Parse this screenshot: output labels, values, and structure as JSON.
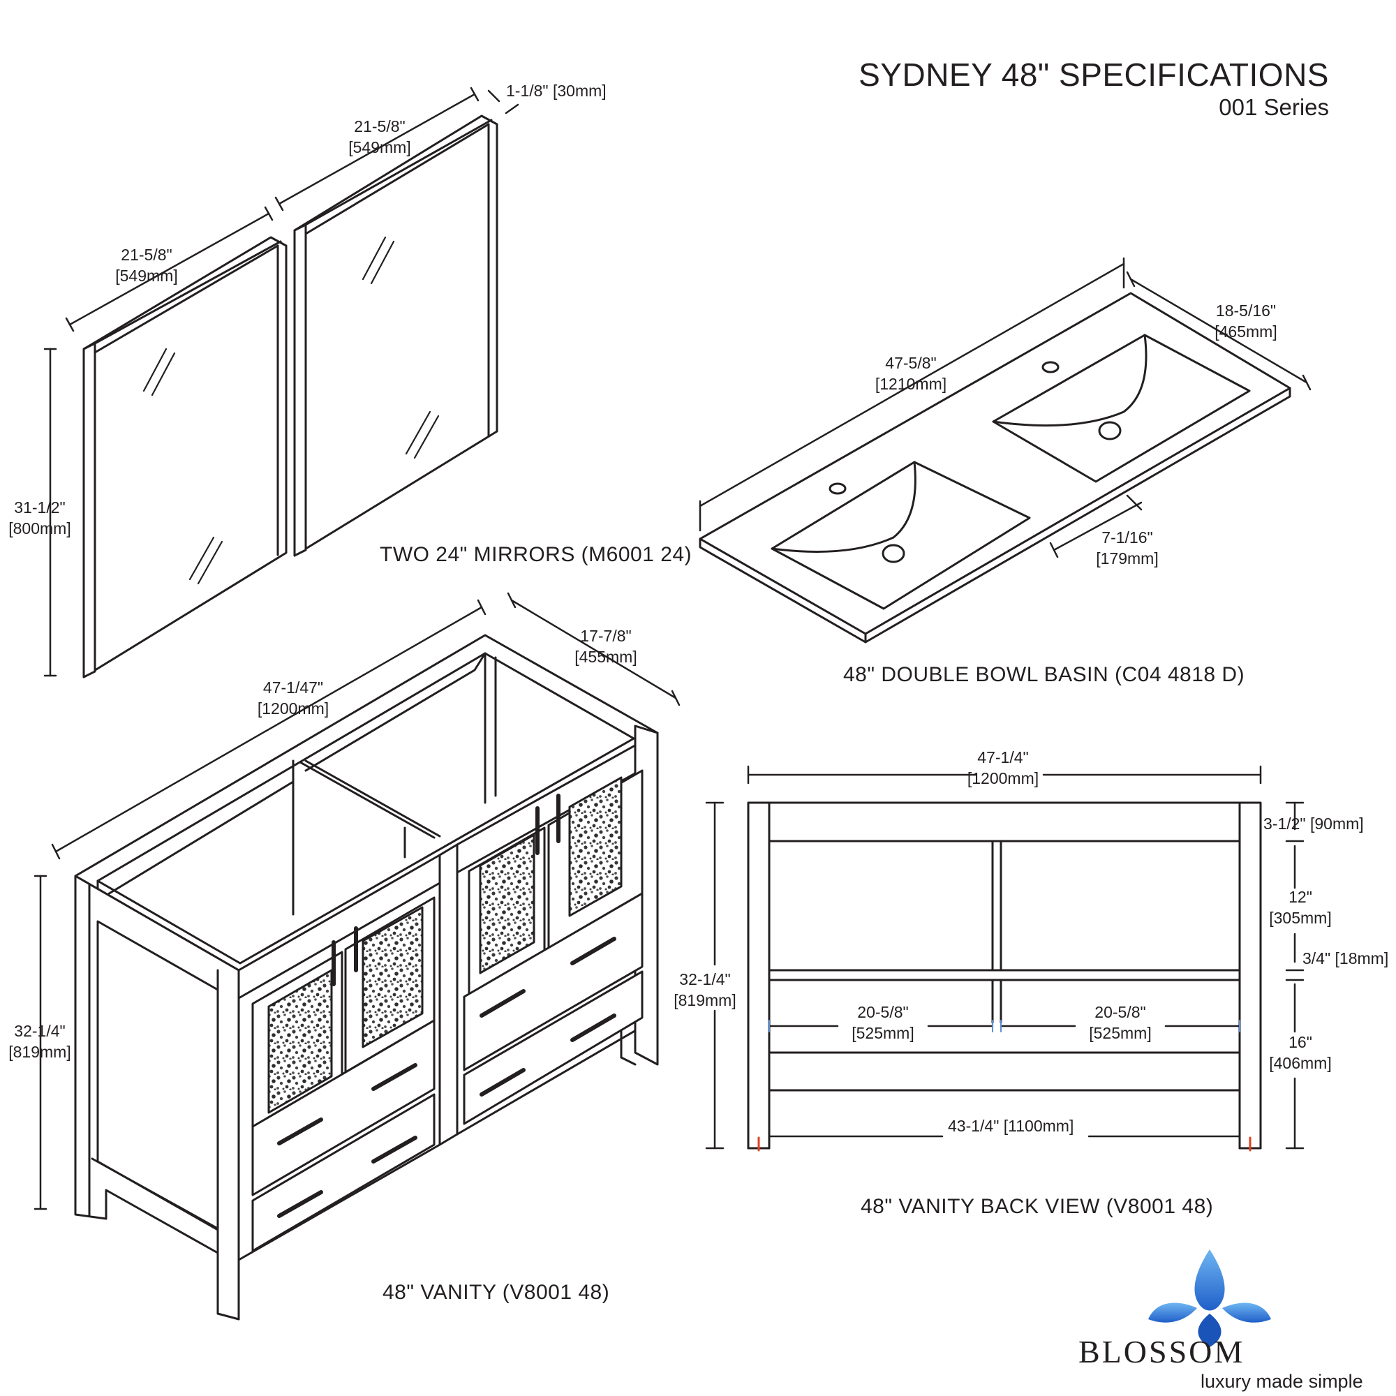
{
  "title": {
    "main": "SYDNEY 48\" SPECIFICATIONS",
    "series": "001 Series"
  },
  "mirrors": {
    "caption": "TWO 24\" MIRRORS (M6001 24)",
    "thickness": "1-1/8\" [30mm]",
    "width_right": [
      "21-5/8\"",
      "[549mm]"
    ],
    "width_left": [
      "21-5/8\"",
      "[549mm]"
    ],
    "height": [
      "31-1/2\"",
      "[800mm]"
    ]
  },
  "basin": {
    "caption": "48\" DOUBLE BOWL BASIN (C04 4818 D)",
    "depth": [
      "18-5/16\"",
      "[465mm]"
    ],
    "length": [
      "47-5/8\"",
      "[1210mm]"
    ],
    "bowl_gap": [
      "7-1/16\"",
      "[179mm]"
    ]
  },
  "vanity": {
    "caption": "48\" VANITY (V8001 48)",
    "depth": [
      "17-7/8\"",
      "[455mm]"
    ],
    "width": [
      "47-1/47\"",
      "[1200mm]"
    ],
    "height": [
      "32-1/4\"",
      "[819mm]"
    ]
  },
  "back_view": {
    "caption": "48\" VANITY BACK VIEW (V8001 48)",
    "width": [
      "47-1/4\"",
      "[1200mm]"
    ],
    "height": [
      "32-1/4\"",
      "[819mm]"
    ],
    "top_rail": "3-1/2\" [90mm]",
    "upper_opening": [
      "12\"",
      "[305mm]"
    ],
    "shelf": "3/4\" [18mm]",
    "lower_opening": [
      "16\"",
      "[406mm]"
    ],
    "shelf_left": [
      "20-5/8\"",
      "[525mm]"
    ],
    "shelf_right": [
      "20-5/8\"",
      "[525mm]"
    ],
    "inner_width": "43-1/4\" [1100mm]"
  },
  "logo": {
    "brand": "BLOSSOM",
    "tagline": "luxury made simple"
  }
}
